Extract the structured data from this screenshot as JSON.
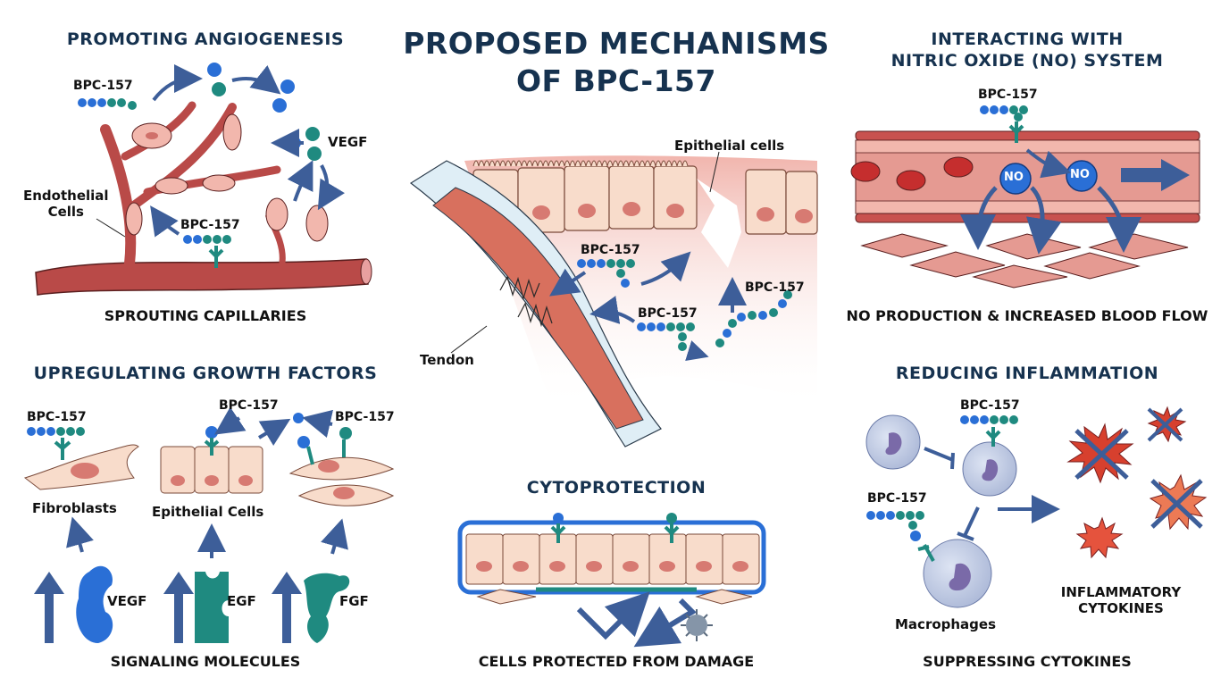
{
  "main_title": {
    "line1": "PROPOSED MECHANISMS",
    "line2": "OF BPC-157"
  },
  "colors": {
    "title": "#16324f",
    "arrow": "#3d5e99",
    "vessel": "#b94a48",
    "cell": "#f4c9b8",
    "molecule_blue": "#2a6fd6",
    "molecule_teal": "#1f8a80",
    "cytokine": "#e5533d"
  },
  "panels": {
    "angiogenesis": {
      "title": "PROMOTING ANGIOGENESIS",
      "labels": {
        "peptide_top": "BPC-157",
        "peptide_bottom": "BPC-157",
        "vegf": "VEGF",
        "endothelial_line1": "Endothelial",
        "endothelial_line2": "Cells"
      },
      "caption": "SPROUTING CAPILLARIES"
    },
    "center": {
      "labels": {
        "epithelial": "Epithelial cells",
        "tendon": "Tendon",
        "peptide_1": "BPC-157",
        "peptide_2": "BPC-157",
        "peptide_3": "BPC-157"
      }
    },
    "nitric_oxide": {
      "title_line1": "INTERACTING WITH",
      "title_line2": "NITRIC OXIDE (NO) SYSTEM",
      "labels": {
        "peptide": "BPC-157",
        "no_1": "NO",
        "no_2": "NO"
      },
      "caption": "NO PRODUCTION & INCREASED BLOOD FLOW"
    },
    "growth_factors": {
      "title": "UPREGULATING GROWTH FACTORS",
      "labels": {
        "peptide_1": "BPC-157",
        "peptide_2": "BPC-157",
        "peptide_3": "BPC-157",
        "fibroblasts": "Fibroblasts",
        "epithelial": "Epithelial Cells",
        "vegf": "VEGF",
        "egf": "EGF",
        "fgf": "FGF"
      },
      "caption": "SIGNALING MOLECULES"
    },
    "cytoprotection": {
      "title": "CYTOPROTECTION",
      "caption": "CELLS PROTECTED FROM DAMAGE"
    },
    "inflammation": {
      "title": "REDUCING INFLAMMATION",
      "labels": {
        "peptide_1": "BPC-157",
        "peptide_2": "BPC-157",
        "macrophages": "Macrophages",
        "cytokines_line1": "INFLAMMATORY",
        "cytokines_line2": "CYTOKINES"
      },
      "caption": "SUPPRESSING CYTOKINES"
    }
  }
}
